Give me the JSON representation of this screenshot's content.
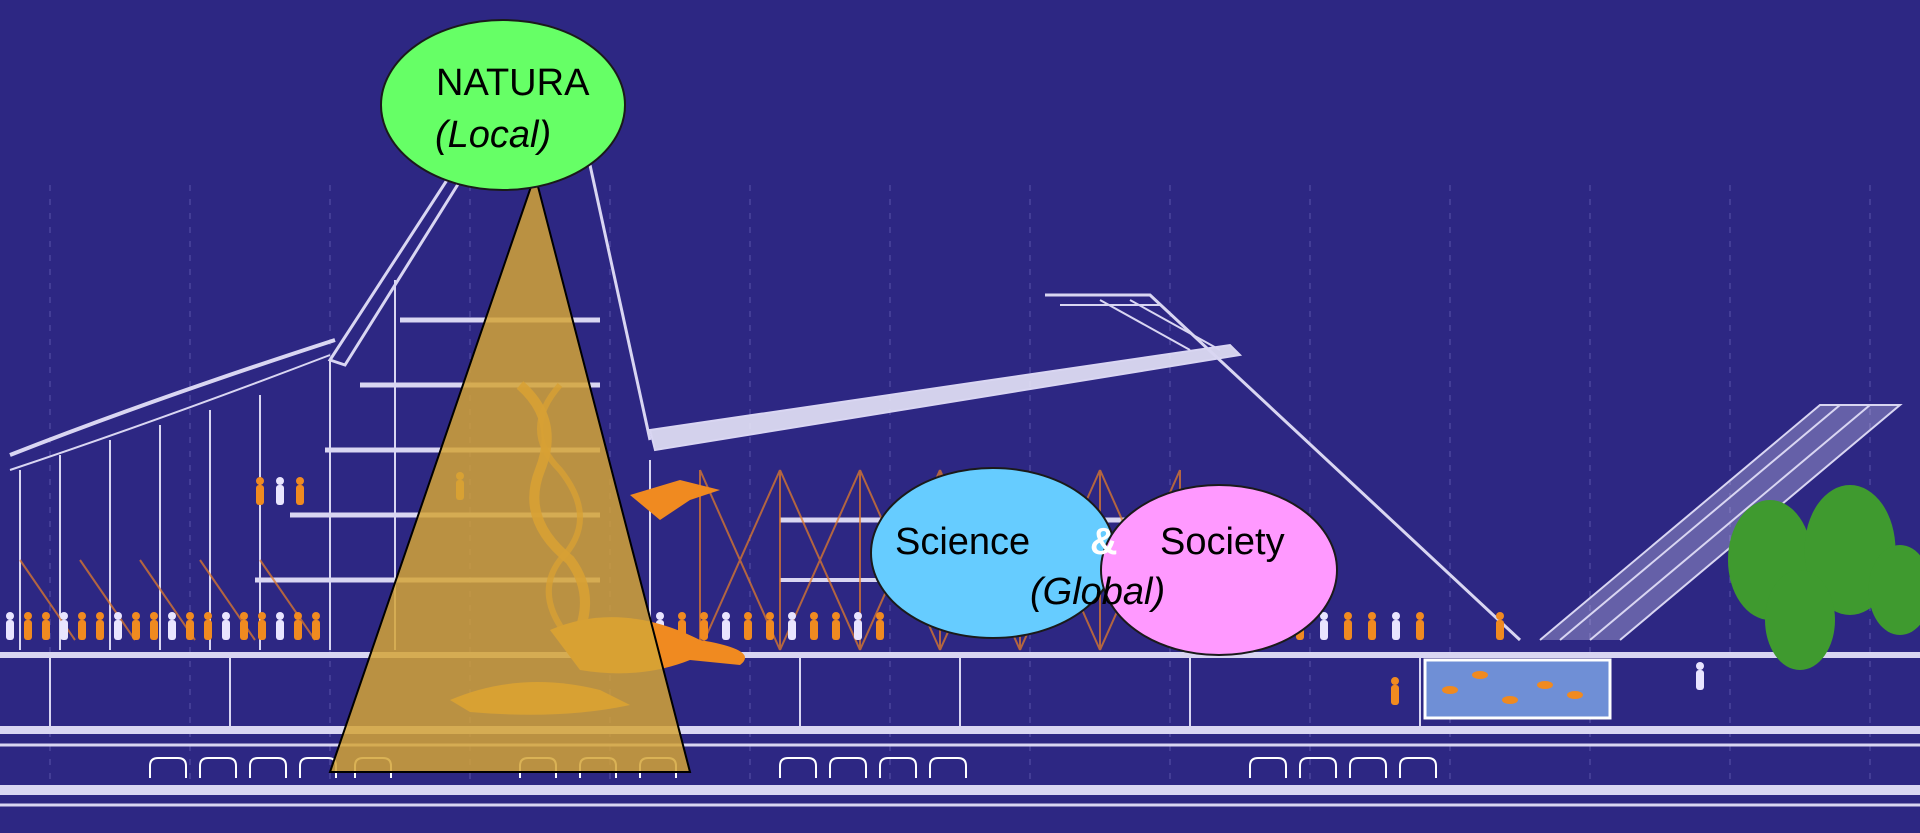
{
  "natura": {
    "title": "NATURA",
    "subtitle": "(Local)",
    "color": "#66ff66"
  },
  "science": {
    "label": "Science",
    "color": "#66ccff"
  },
  "society": {
    "label": "Society",
    "color": "#ff99ff"
  },
  "connector": {
    "label": "&"
  },
  "global_label": "(Global)",
  "colors": {
    "background": "#2d2783",
    "cone": "#d4a437",
    "linework": "#d9d6f2",
    "figures": "#f08a20",
    "trees": "#3f9a2f",
    "aquarium": "#6f8fd6"
  }
}
